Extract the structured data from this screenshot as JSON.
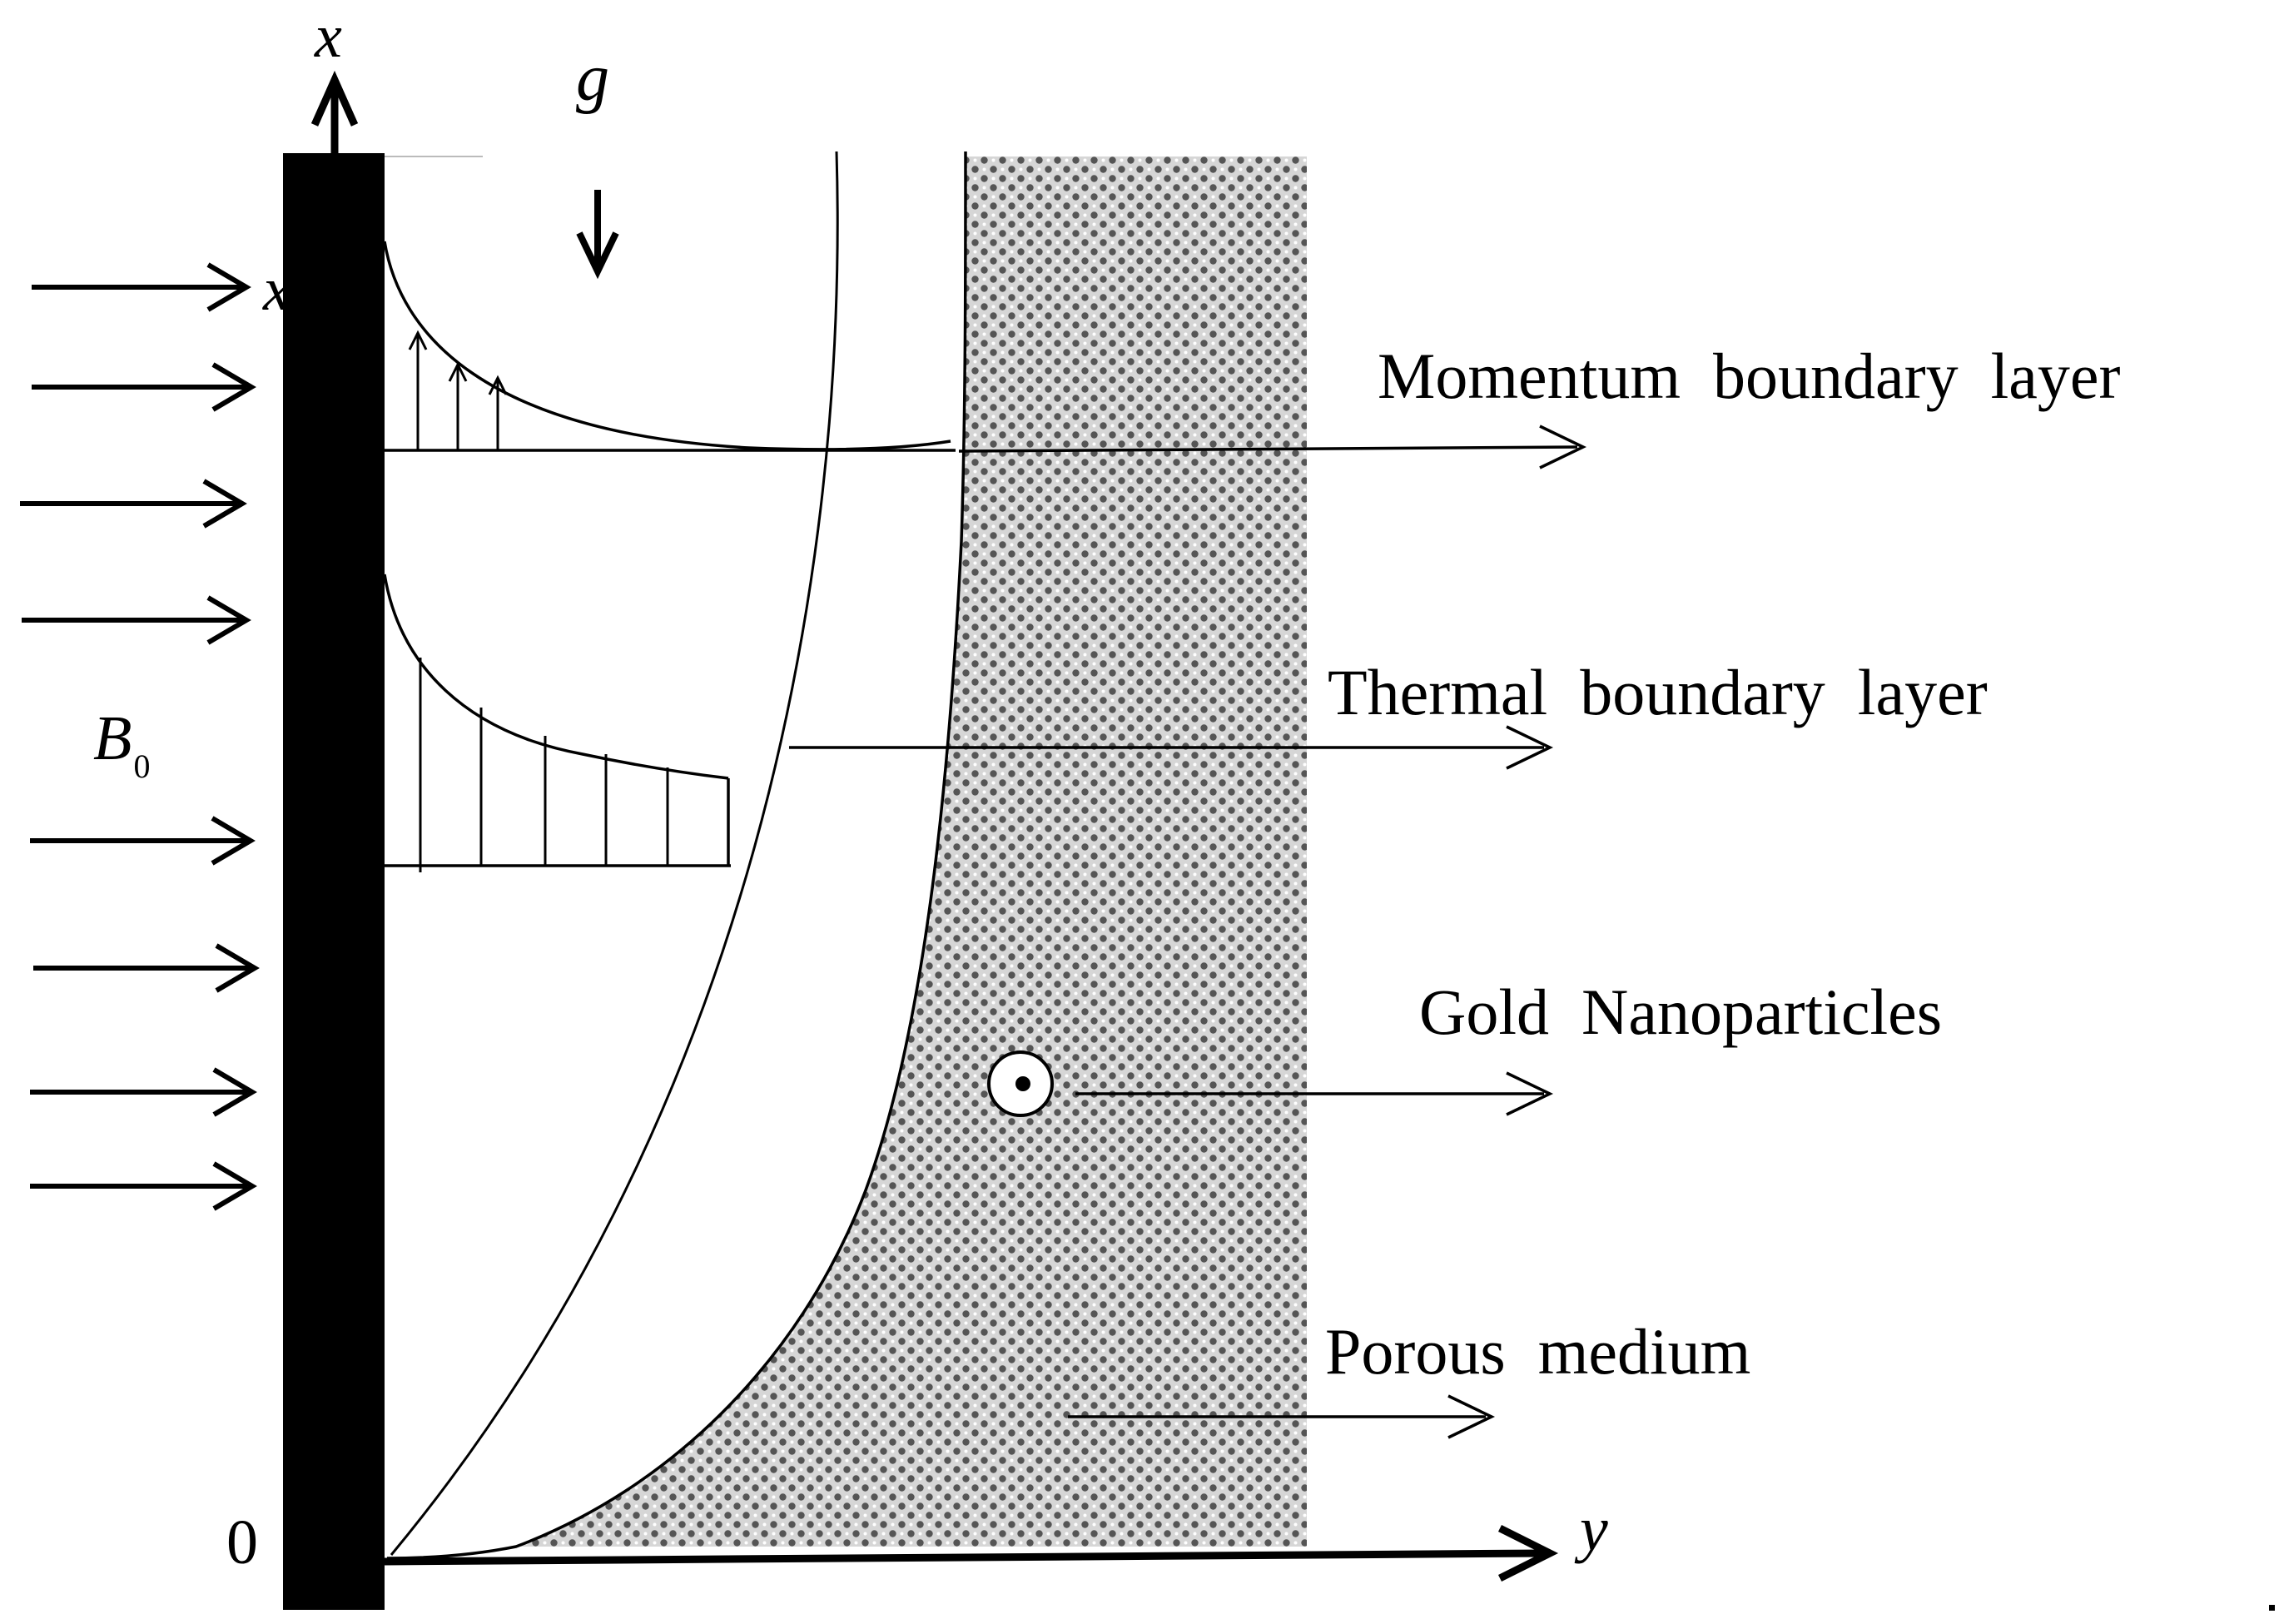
{
  "diagram": {
    "axes": {
      "x_label": "x",
      "y_label": "y",
      "origin_label": "0"
    },
    "field": {
      "gravity_label": "g",
      "magnetic_label_base": "B",
      "magnetic_label_sub": "0",
      "wall_mark": "x"
    },
    "labels": {
      "momentum": "Momentum  boundary  layer",
      "thermal": "Thermal  boundary  layer",
      "nanoparticles": "Gold  Nanoparticles",
      "porous": "Porous  medium"
    },
    "colors": {
      "wall": "#000000",
      "porous_dark": "#4d4d4d",
      "porous_light": "#cfcfcf",
      "lines": "#000000"
    }
  }
}
